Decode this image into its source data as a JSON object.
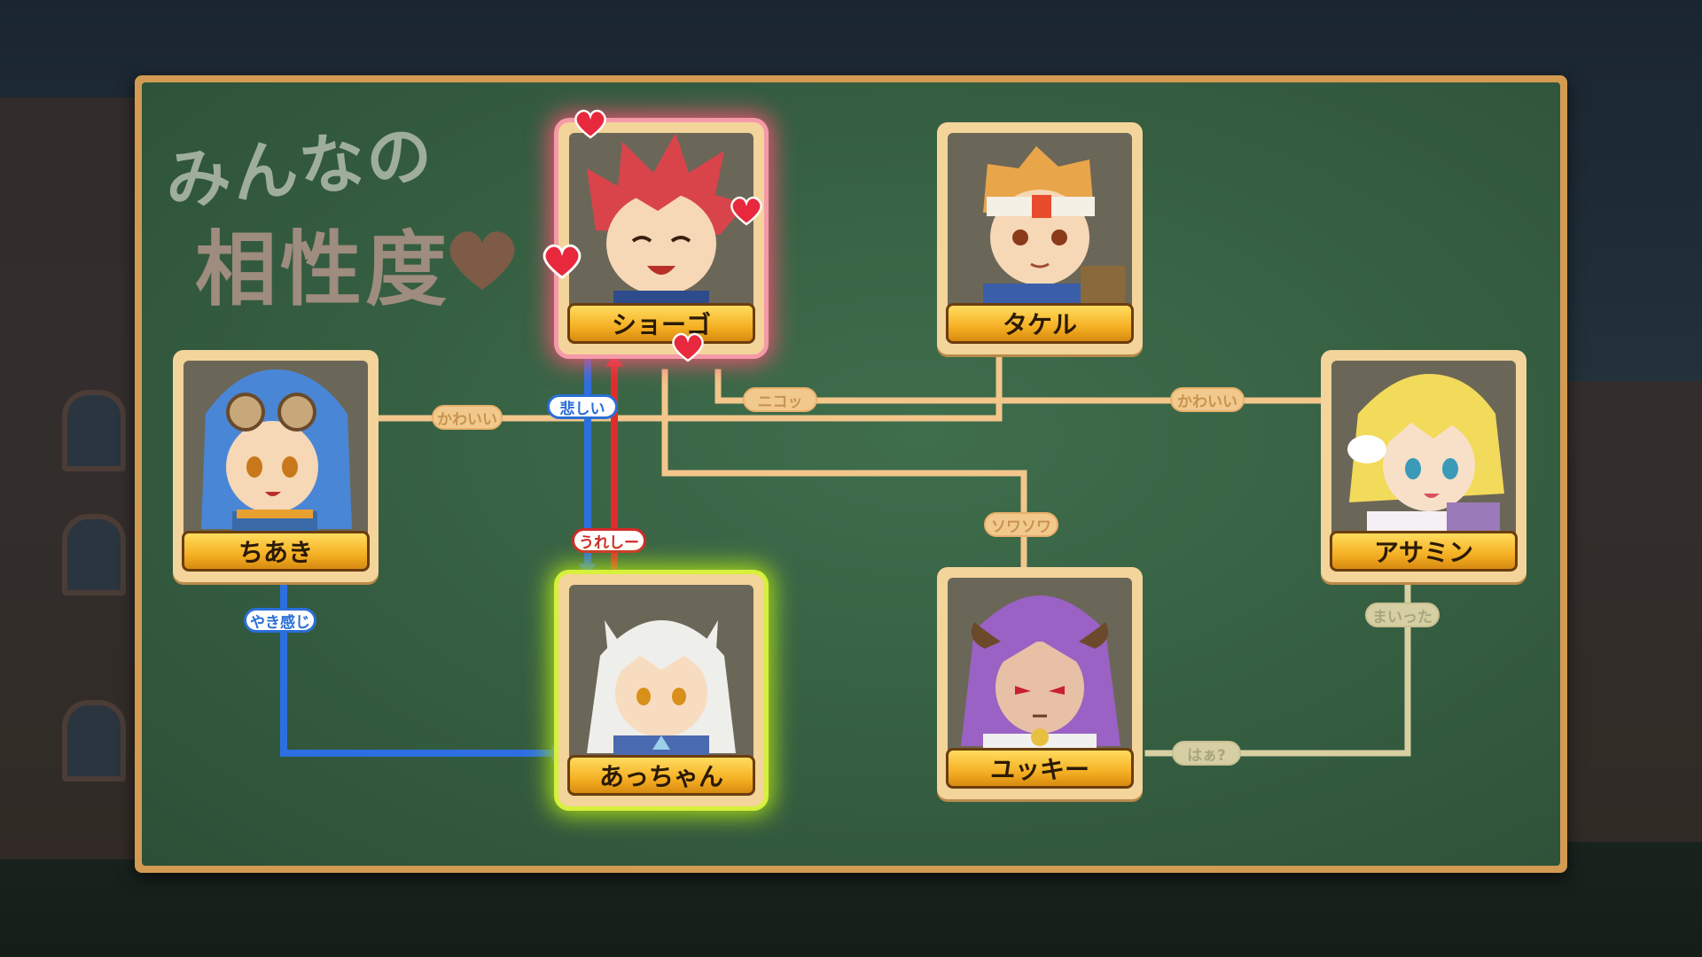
{
  "screen": {
    "title_line1": "みんなの",
    "title_line2": "相性度"
  },
  "characters": {
    "shogo": {
      "name": "ショーゴ",
      "hair": "#d8444a",
      "skin": "#f6d7b6"
    },
    "takeru": {
      "name": "タケル",
      "hair": "#e8a54a",
      "skin": "#f6d7b6"
    },
    "chiaki": {
      "name": "ちあき",
      "hair": "#4a86d6",
      "skin": "#f6d7b6"
    },
    "acchan": {
      "name": "あっちゃん",
      "hair": "#eeeeea",
      "skin": "#f8dcc0"
    },
    "asamin": {
      "name": "アサミン",
      "hair": "#f2da5a",
      "skin": "#f8e0c8"
    },
    "yukki": {
      "name": "ユッキー",
      "hair": "#9a62c4",
      "skin": "#e8c0a6"
    }
  },
  "relations": {
    "chiaki_to_shogo": "かわいい",
    "shogo_to_takeru": "ニコッ",
    "asamin_to_takeru": "かわいい",
    "shogo_to_acchan_blue": "悲しい",
    "acchan_to_shogo_red": "うれしー",
    "shogo_to_yukki": "ソワソワ",
    "chiaki_to_acchan": "やき感じ",
    "asamin_to_yukki": "まいった",
    "yukki_to_asamin": "はぁ?"
  },
  "colors": {
    "line_orange": "#f3c68c",
    "line_blue": "#2d6fe0",
    "line_red": "#e02c2c",
    "line_pale": "#d8cfa3",
    "board_green": "#365f42",
    "frame_orange": "#d39a52"
  }
}
